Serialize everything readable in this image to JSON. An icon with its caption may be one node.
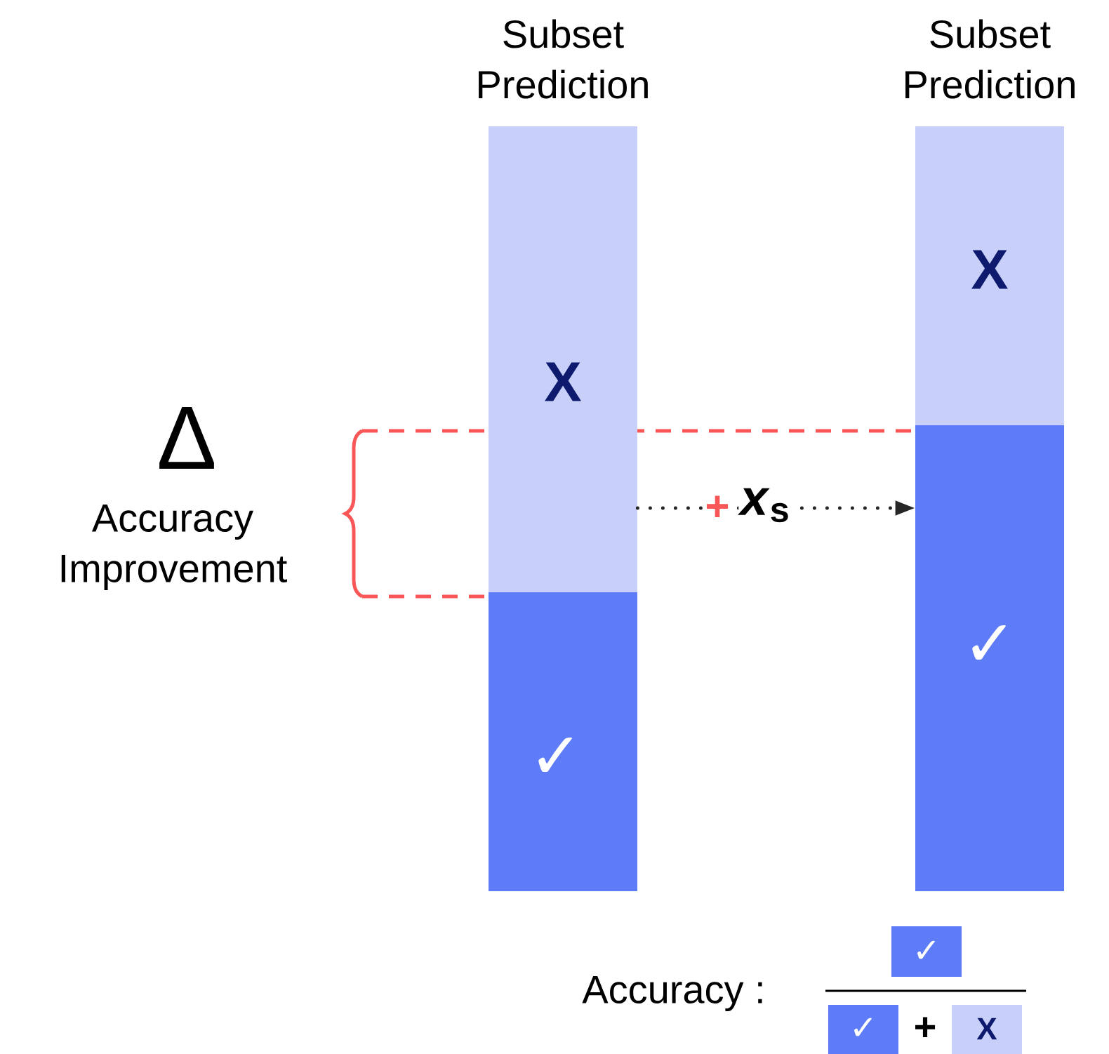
{
  "diagram": {
    "nodes": [
      {
        "text": [
          "Subset Prediction",
          "X"
        ]
      },
      {
        "text": [
          "✓"
        ]
      },
      {
        "text": [
          "Subset Prediction",
          "X"
        ]
      },
      {
        "text": [
          "✓"
        ]
      },
      {
        "text": [
          "✓"
        ]
      },
      {
        "text": [
          "✓"
        ]
      },
      {
        "text": [
          "X"
        ]
      }
    ],
    "edges": [
      {
        "from": 0,
        "to": 3,
        "arrow": "to",
        "style": "dashed",
        "label": "*x*$_{s}$"
      }
    ],
    "labels": [
      "Δ",
      "Accuracy Improvement",
      "+",
      "Accuracy :",
      "+"
    ]
  }
}
